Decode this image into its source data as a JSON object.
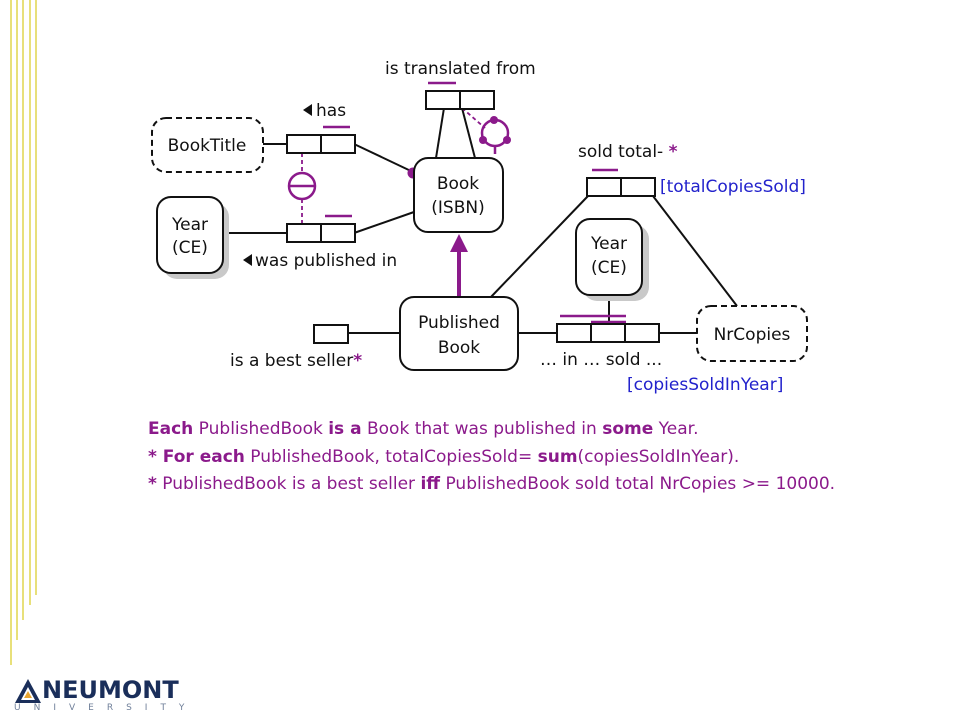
{
  "colors": {
    "purple": "#8b1a8b",
    "blue": "#2222cc",
    "black": "#111111",
    "deco": "#e8e07a"
  },
  "diagram": {
    "entities": {
      "book_title": "BookTitle",
      "year1_line1": "Year",
      "year1_line2": "(CE)",
      "book_line1": "Book",
      "book_line2": "(ISBN)",
      "year2_line1": "Year",
      "year2_line2": "(CE)",
      "published_line1": "Published",
      "published_line2": "Book",
      "nr_copies": "NrCopies"
    },
    "readings": {
      "translated": "is translated from",
      "has": "has",
      "published_in": "was published in",
      "sold_total": "sold total-",
      "sold_total_star": "*",
      "total_copies": "[totalCopiesSold]",
      "in_sold": "… in … sold ...",
      "copies_in_year": "[copiesSoldInYear]",
      "best_seller": "is a best seller",
      "best_seller_star": "*"
    }
  },
  "rules": {
    "r1": {
      "p1": "Each",
      "p2": " PublishedBook ",
      "p3": "is a",
      "p4": " Book that was published in ",
      "p5": "some",
      "p6": " Year."
    },
    "r2": {
      "p1": "* For each",
      "p2": " PublishedBook, totalCopiesSold= ",
      "p3": "sum",
      "p4": "(copiesSoldInYear)."
    },
    "r3": {
      "p1": "*",
      "p2": " PublishedBook is a best seller ",
      "p3": "iff",
      "p4": " PublishedBook sold total NrCopies >= 10000."
    }
  },
  "logo": {
    "word": "NEUMONT",
    "sub": "UNIVERSITY"
  }
}
